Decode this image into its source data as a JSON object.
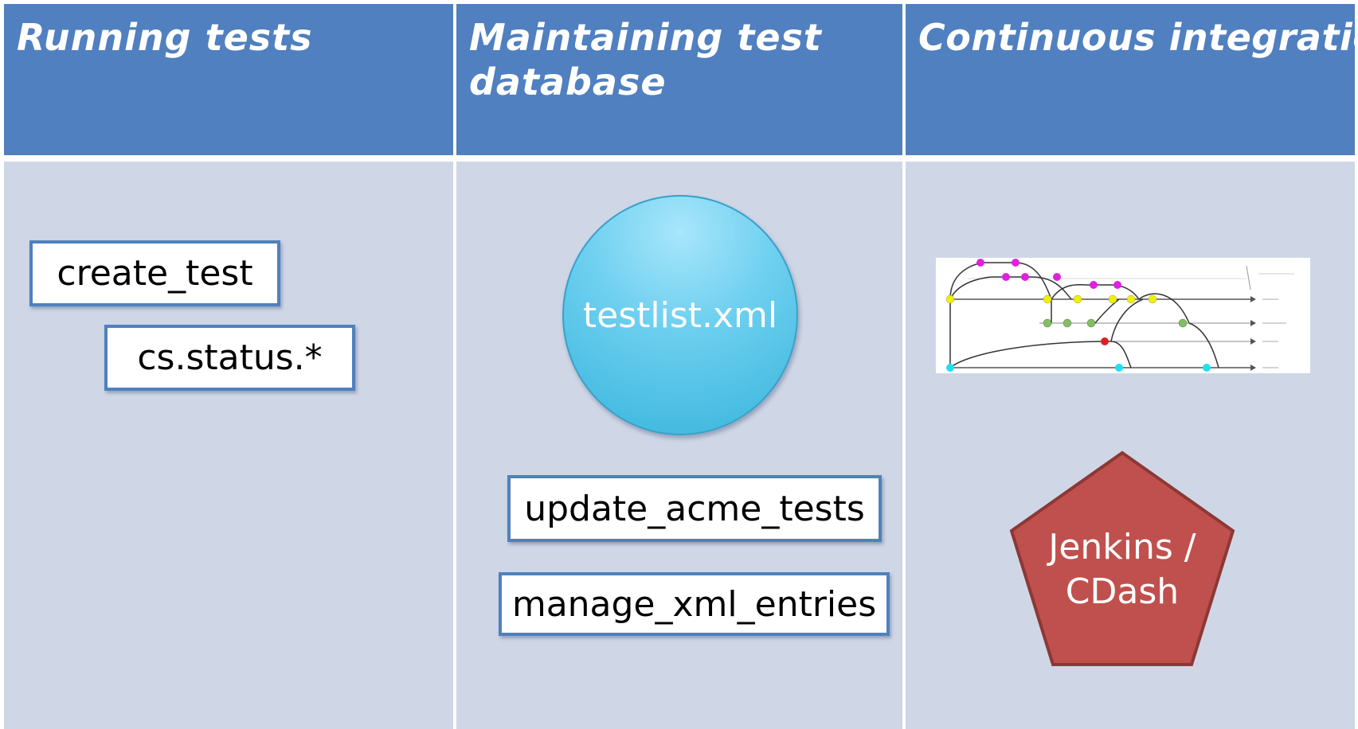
{
  "columns": [
    {
      "header": "Running tests",
      "items": [
        "create_test",
        "cs.status.*"
      ]
    },
    {
      "header": "Maintaining test database",
      "file": "testlist.xml",
      "items": [
        "update_acme_tests",
        "manage_xml_entries"
      ]
    },
    {
      "header": "Continuous integration",
      "ci_tool": {
        "line1": "Jenkins /",
        "line2": "CDash"
      }
    }
  ],
  "colors": {
    "header_bg": "#5080bf",
    "body_bg": "#cfd7e7",
    "box_border": "#4f81bd",
    "circle_fill": "#5cc6ea",
    "pentagon_fill": "#c0504d",
    "pentagon_border": "#8c3836"
  },
  "icons": [
    "git-branch-graph-icon",
    "pentagon-shape",
    "circle-shape"
  ]
}
